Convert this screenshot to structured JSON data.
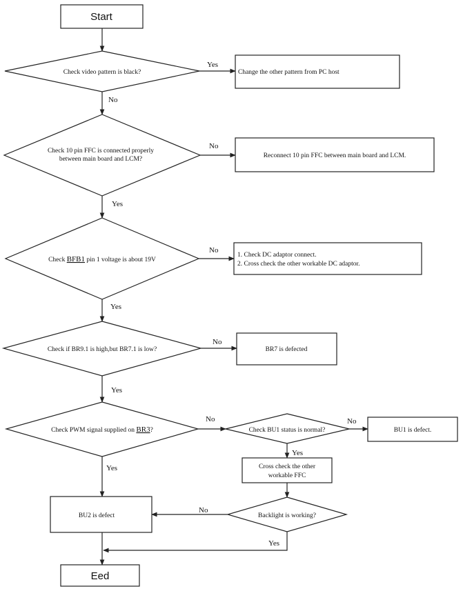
{
  "nodes": {
    "start": "Start",
    "q_video": "Check video pattern is black?",
    "a_pattern": "Change the other pattern from PC host",
    "q_ffc_1": "Check 10 pin FFC is connected properly",
    "q_ffc_2": "between main board and LCM?",
    "a_reconnect": "Reconnect 10 pin FFC between main board and LCM.",
    "q_bfb_1": "Check ",
    "q_bfb_2": "BFB1",
    "q_bfb_3": " pin 1 voltage is about 19V",
    "a_dc_1": "1. Check DC adaptor connect.",
    "a_dc_2": "2. Cross check the other workable DC adaptor.",
    "q_br9": "Check if BR9.1 is high,but BR7.1 is low?",
    "a_br7": "BR7 is defected",
    "q_pwm_1": "Check PWM signal supplied on ",
    "q_pwm_2": "BR3",
    "q_pwm_3": "?",
    "q_bu1": "Check BU1 status is normal?",
    "a_bu1": "BU1 is defect.",
    "a_cross_1": "Cross check the other",
    "a_cross_2": "workable FFC",
    "q_backlight": "Backlight is working?",
    "a_bu2": "BU2 is defect",
    "end": "Eed"
  },
  "edges": {
    "video_yes": "Yes",
    "video_no": "No",
    "ffc_no": "No",
    "ffc_yes": "Yes",
    "bfb_no": "No",
    "bfb_yes": "Yes",
    "br9_no": "No",
    "br9_yes": "Yes",
    "pwm_no": "No",
    "pwm_yes": "Yes",
    "bu1_no": "No",
    "bu1_yes": "Yes",
    "backlight_no": "No",
    "backlight_yes": "Yes"
  }
}
